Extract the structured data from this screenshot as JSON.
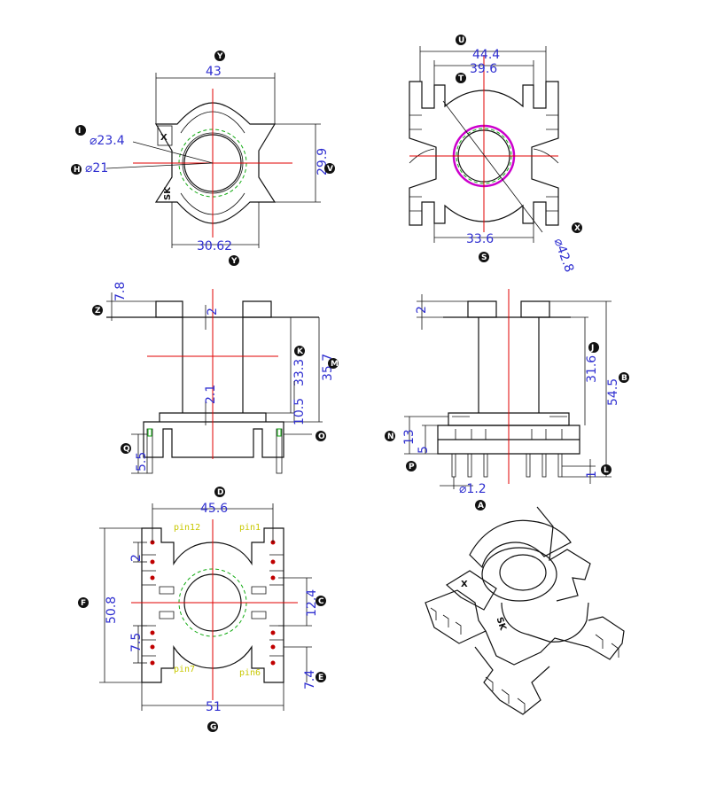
{
  "colors": {
    "dimension_text": "#2f2fd0",
    "center_line": "#e00000",
    "dashed_circle": "#11aa11",
    "winding_circle": "#cc00cc",
    "pin_label": "#c8c800",
    "outline": "#111111"
  },
  "views": {
    "top_left": {
      "dim_width": "43",
      "dim_height": "29.9",
      "dim_inner": "30.62",
      "dim_dia_outer": "⌀23.4",
      "dim_dia_inner": "⌀21",
      "bubble_top": "Y",
      "bubble_bottom": "Y",
      "bubble_dia_outer": "I",
      "bubble_dia_inner": "H",
      "bubble_right": "V",
      "mark_x": "X",
      "mark_sk": "SK"
    },
    "top_right": {
      "dim_outer": "44.4",
      "dim_inner": "39.6",
      "dim_bottom": "33.6",
      "dim_dia": "⌀42.8",
      "bubble_outer": "U",
      "bubble_inner": "T",
      "bubble_bottom": "S",
      "bubble_dia": "X"
    },
    "mid_left": {
      "dim_flange": "7.8",
      "dim_top_gap": "2",
      "dim_core": "33.3",
      "dim_total": "35.7",
      "dim_lower": "10.5",
      "dim_center": "2.1",
      "dim_pin": "5.5",
      "bubble_flange": "Z",
      "bubble_core": "K",
      "bubble_total": "M",
      "bubble_pin_left": "Q",
      "bubble_pin_right": "O"
    },
    "mid_right": {
      "dim_top": "2",
      "dim_core": "31.6",
      "dim_total": "54.5",
      "dim_base": "13",
      "dim_base2": "5",
      "dim_pin_dia": "⌀1.2",
      "dim_tip": "1",
      "bubble_core": "J",
      "bubble_total": "B",
      "bubble_base": "N",
      "bubble_base2": "P",
      "bubble_pin": "A",
      "bubble_tip": "L"
    },
    "bottom_left": {
      "dim_width_top": "45.6",
      "dim_width_bottom": "51",
      "dim_height": "50.8",
      "dim_pitch": "2",
      "dim_row": "7.5",
      "dim_gap": "12.4",
      "dim_side": "7.4",
      "bubble_top": "D",
      "bubble_bottom": "G",
      "bubble_left": "F",
      "bubble_gap": "C",
      "bubble_side": "E",
      "pin_labels": [
        "pin12",
        "pin1",
        "pin7",
        "pin6"
      ]
    },
    "iso": {
      "mark_x": "X",
      "mark_sk": "SK"
    }
  }
}
